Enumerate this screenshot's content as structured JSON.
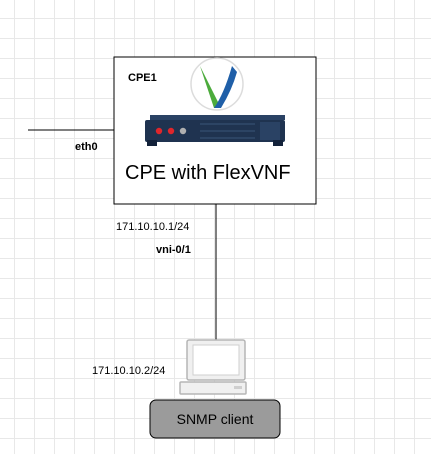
{
  "cpe": {
    "node_label": "CPE1",
    "title": "CPE with FlexVNF",
    "logo_icon": "flexvnf-logo-icon",
    "device_icon": "rack-router-icon"
  },
  "links": {
    "eth_label": "eth0",
    "wan_ip": "171.10.10.1/24",
    "vni_label": "vni-0/1"
  },
  "client": {
    "ip": "171.10.10.2/24",
    "label": "SNMP client",
    "icon": "computer-terminal-icon"
  },
  "colors": {
    "router_body": "#1f3350",
    "led_red": "#e0262b",
    "logo_green": "#4cab3c",
    "logo_blue": "#1f5fa8",
    "client_box": "#9b9b9b"
  }
}
